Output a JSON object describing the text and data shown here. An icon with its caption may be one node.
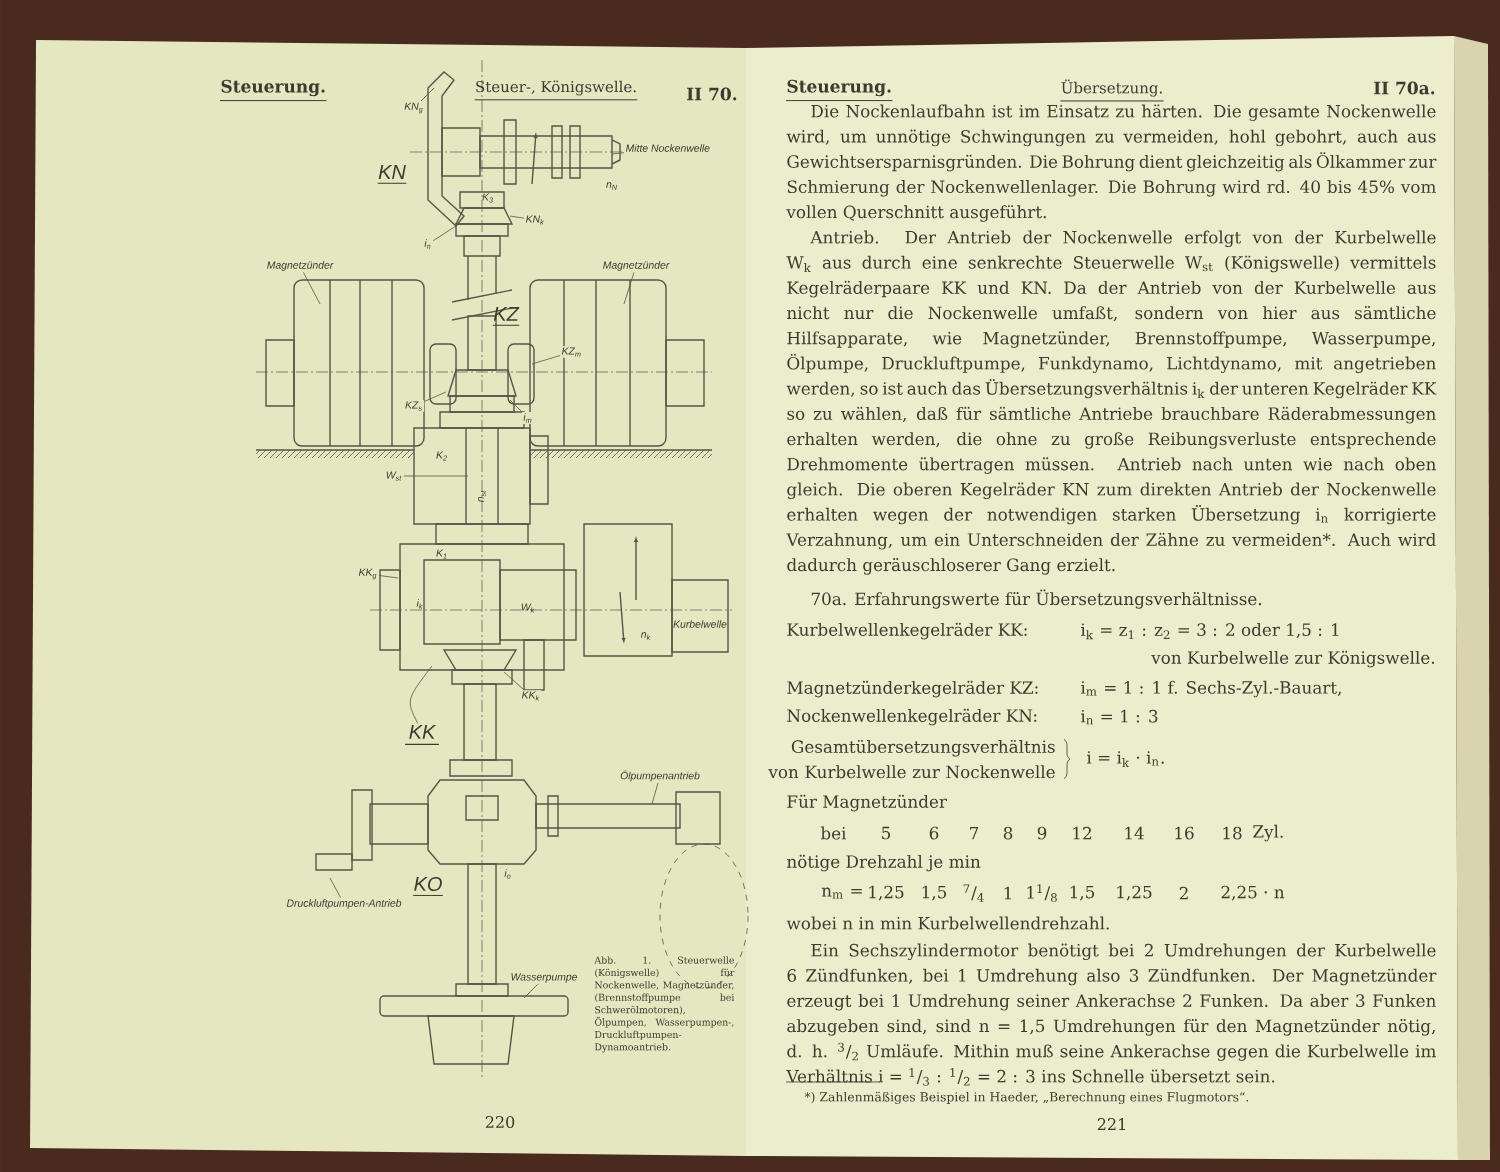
{
  "diagram": {
    "caption": "Abb. 1. Steuerwelle (Königswelle) für Nockenwelle, Magnetzünder, (Brennstoffpumpe bei Schwerölmotoren), Ölpumpen, Wasserpumpen-, Druckluftpumpen-Dynamoantrieb.",
    "nodes": [
      {
        "text": [
          "KN$_{g}$"
        ]
      },
      {
        "text": [
          "Mitte Nockenwelle"
        ]
      },
      {
        "text": [
          "KN$_{k}$"
        ]
      },
      {
        "text": [
          "i$_{n}$"
        ]
      },
      {
        "text": [
          "Magnetzünder"
        ]
      },
      {
        "text": [
          "Magnetzünder"
        ]
      },
      {
        "text": [
          "KZ$_{m}$"
        ]
      },
      {
        "text": [
          "KZ$_{s}$"
        ]
      },
      {
        "text": [
          "i$_{m}$"
        ]
      },
      {
        "text": [
          "W$_{st}$"
        ]
      },
      {
        "text": [
          "KK$_{g}$"
        ]
      },
      {
        "text": [
          "KK$_{k}$"
        ]
      },
      {
        "text": [
          "KK"
        ]
      },
      {
        "text": [
          "Ölpumpenantrieb"
        ]
      },
      {
        "text": [
          "Druckluftpumpen-Antrieb"
        ]
      },
      {
        "text": [
          "Wasserpumpe"
        ]
      }
    ],
    "edges": [
      {
        "from": 0,
        "to": null,
        "arrow": "none"
      },
      {
        "from": 1,
        "to": null,
        "arrow": "none"
      },
      {
        "from": 2,
        "to": null,
        "arrow": "none"
      },
      {
        "from": 3,
        "to": null,
        "arrow": "none"
      },
      {
        "from": 4,
        "to": null,
        "arrow": "none"
      },
      {
        "from": 5,
        "to": null,
        "arrow": "none"
      },
      {
        "from": 6,
        "to": null,
        "arrow": "none"
      },
      {
        "from": 7,
        "to": null,
        "arrow": "none"
      },
      {
        "from": 8,
        "to": null,
        "arrow": "none"
      },
      {
        "from": 9,
        "to": null,
        "arrow": "none"
      },
      {
        "from": 10,
        "to": null,
        "arrow": "none"
      },
      {
        "from": 11,
        "to": null,
        "arrow": "none"
      },
      {
        "from": 12,
        "to": null,
        "arrow": "none"
      },
      {
        "from": 13,
        "to": null,
        "arrow": "none"
      },
      {
        "from": 14,
        "to": null,
        "arrow": "none"
      },
      {
        "from": 15,
        "to": null,
        "arrow": "none"
      }
    ],
    "labels": [
      "Steuerung.",
      "Steuer-, Königswelle.",
      "II 70.",
      "KN",
      "n$_{N}$",
      "K$_{3}$",
      "KZ",
      "K$_{2}$",
      "n$_{st}$",
      "K$_{1}$",
      "i$_{k}$",
      "W$_{k}$",
      "n$_{k}$",
      "Kurbelwelle",
      "KO",
      "i$_{o}$",
      "220",
      "Steuerung.",
      "Übersetzung.",
      "II 70a.",
      "Die Nockenlaufbahn ist im Einsatz zu härten. Die gesamte Nockenwelle wird, um unnötige Schwingungen zu vermeiden, hohl gebohrt, auch aus Gewichtsersparnisgründen. Die Bohrung dient gleichzeitig als Ölkammer zur Schmierung der Nockenwellenlager. Die Bohrung wird rd. 40 bis 45% vom vollen Querschnitt ausgeführt.",
      "Antrieb. Der Antrieb der Nockenwelle erfolgt von der Kurbelwelle W$_{k}$ aus durch eine senkrechte Steuerwelle W$_{st}$ (Königswelle) vermittels Kegelräderpaare KK und KN. Da der Antrieb von der Kurbelwelle aus nicht nur die Nockenwelle umfaßt, sondern von hier aus sämtliche Hilfsapparate, wie Magnetzünder, Brennstoffpumpe, Wasserpumpe, Ölpumpe, Druckluftpumpe, Funkdynamo, Lichtdynamo, mit angetrieben werden, so ist auch das Übersetzungsverhältnis i$_{k}$ der unteren Kegelräder KK so zu wählen, daß für sämtliche Antriebe brauchbare Räderabmessungen erhalten werden, die ohne zu große Reibungsverluste entsprechende Drehmomente übertragen müssen. Antrieb nach unten wie nach oben gleich. Die oberen Kegelräder KN zum direkten Antrieb der Nockenwelle erhalten wegen der notwendigen starken Übersetzung i$_{n}$ korrigierte Verzahnung, um ein Unterschneiden der Zähne zu vermeiden*. Auch wird dadurch geräuschloserer Gang erzielt.",
      "70a. Erfahrungswerte für Übersetzungsverhältnisse.",
      "Kurbelwellenkegelräder KK:",
      "i$_{k}$ = z$_{1}$ : z$_{2}$ = 3 : 2 oder 1,5 : 1",
      "von Kurbelwelle zur Königswelle.",
      "Magnetzünderkegelräder KZ:",
      "i$_{m}$ = 1 : 1 f. Sechs-Zyl.-Bauart,",
      "Nockenwellenkegelräder KN:",
      "i$_{n}$ = 1 : 3",
      "Gesamtübersetzungsverhältnis von Kurbelwelle zur Nockenwelle",
      "i = i$_{k}$ · i$_{n}$.",
      "Für Magnetzünder",
      "bei",
      "5",
      "6",
      "7",
      "8",
      "9",
      "12",
      "14",
      "16",
      "18",
      "Zyl.",
      "nötige Drehzahl je min",
      "n$_{m}$ =",
      "1,25",
      "1,5",
      "$^{7}$/$_{4}$",
      "1",
      "1$^{1}$/$_{8}$",
      "1,5",
      "1,25",
      "2",
      "2,25 · n",
      "wobei n in min Kurbelwellendrehzahl.",
      "Ein Sechszylindermotor benötigt bei 2 Umdrehungen der Kurbelwelle 6 Zündfunken, bei 1 Umdrehung also 3 Zündfunken. Der Magnetzünder erzeugt bei 1 Umdrehung seiner Ankerachse 2 Funken. Da aber 3 Funken abzugeben sind, sind n = 1,5 Umdrehungen für den Magnetzünder nötig, d. h. $^{3}$/$_{2}$ Umläufe. Mithin muß seine Ankerachse gegen die Kurbelwelle im Verhältnis i = $^{1}$/$_{3}$ : $^{1}$/$_{2}$ = 2 : 3 ins Schnelle übersetzt sein.",
      "*) Zahlenmäßiges Beispiel in Haeder, „Berechnung eines Flugmotors“.",
      "221"
    ]
  }
}
